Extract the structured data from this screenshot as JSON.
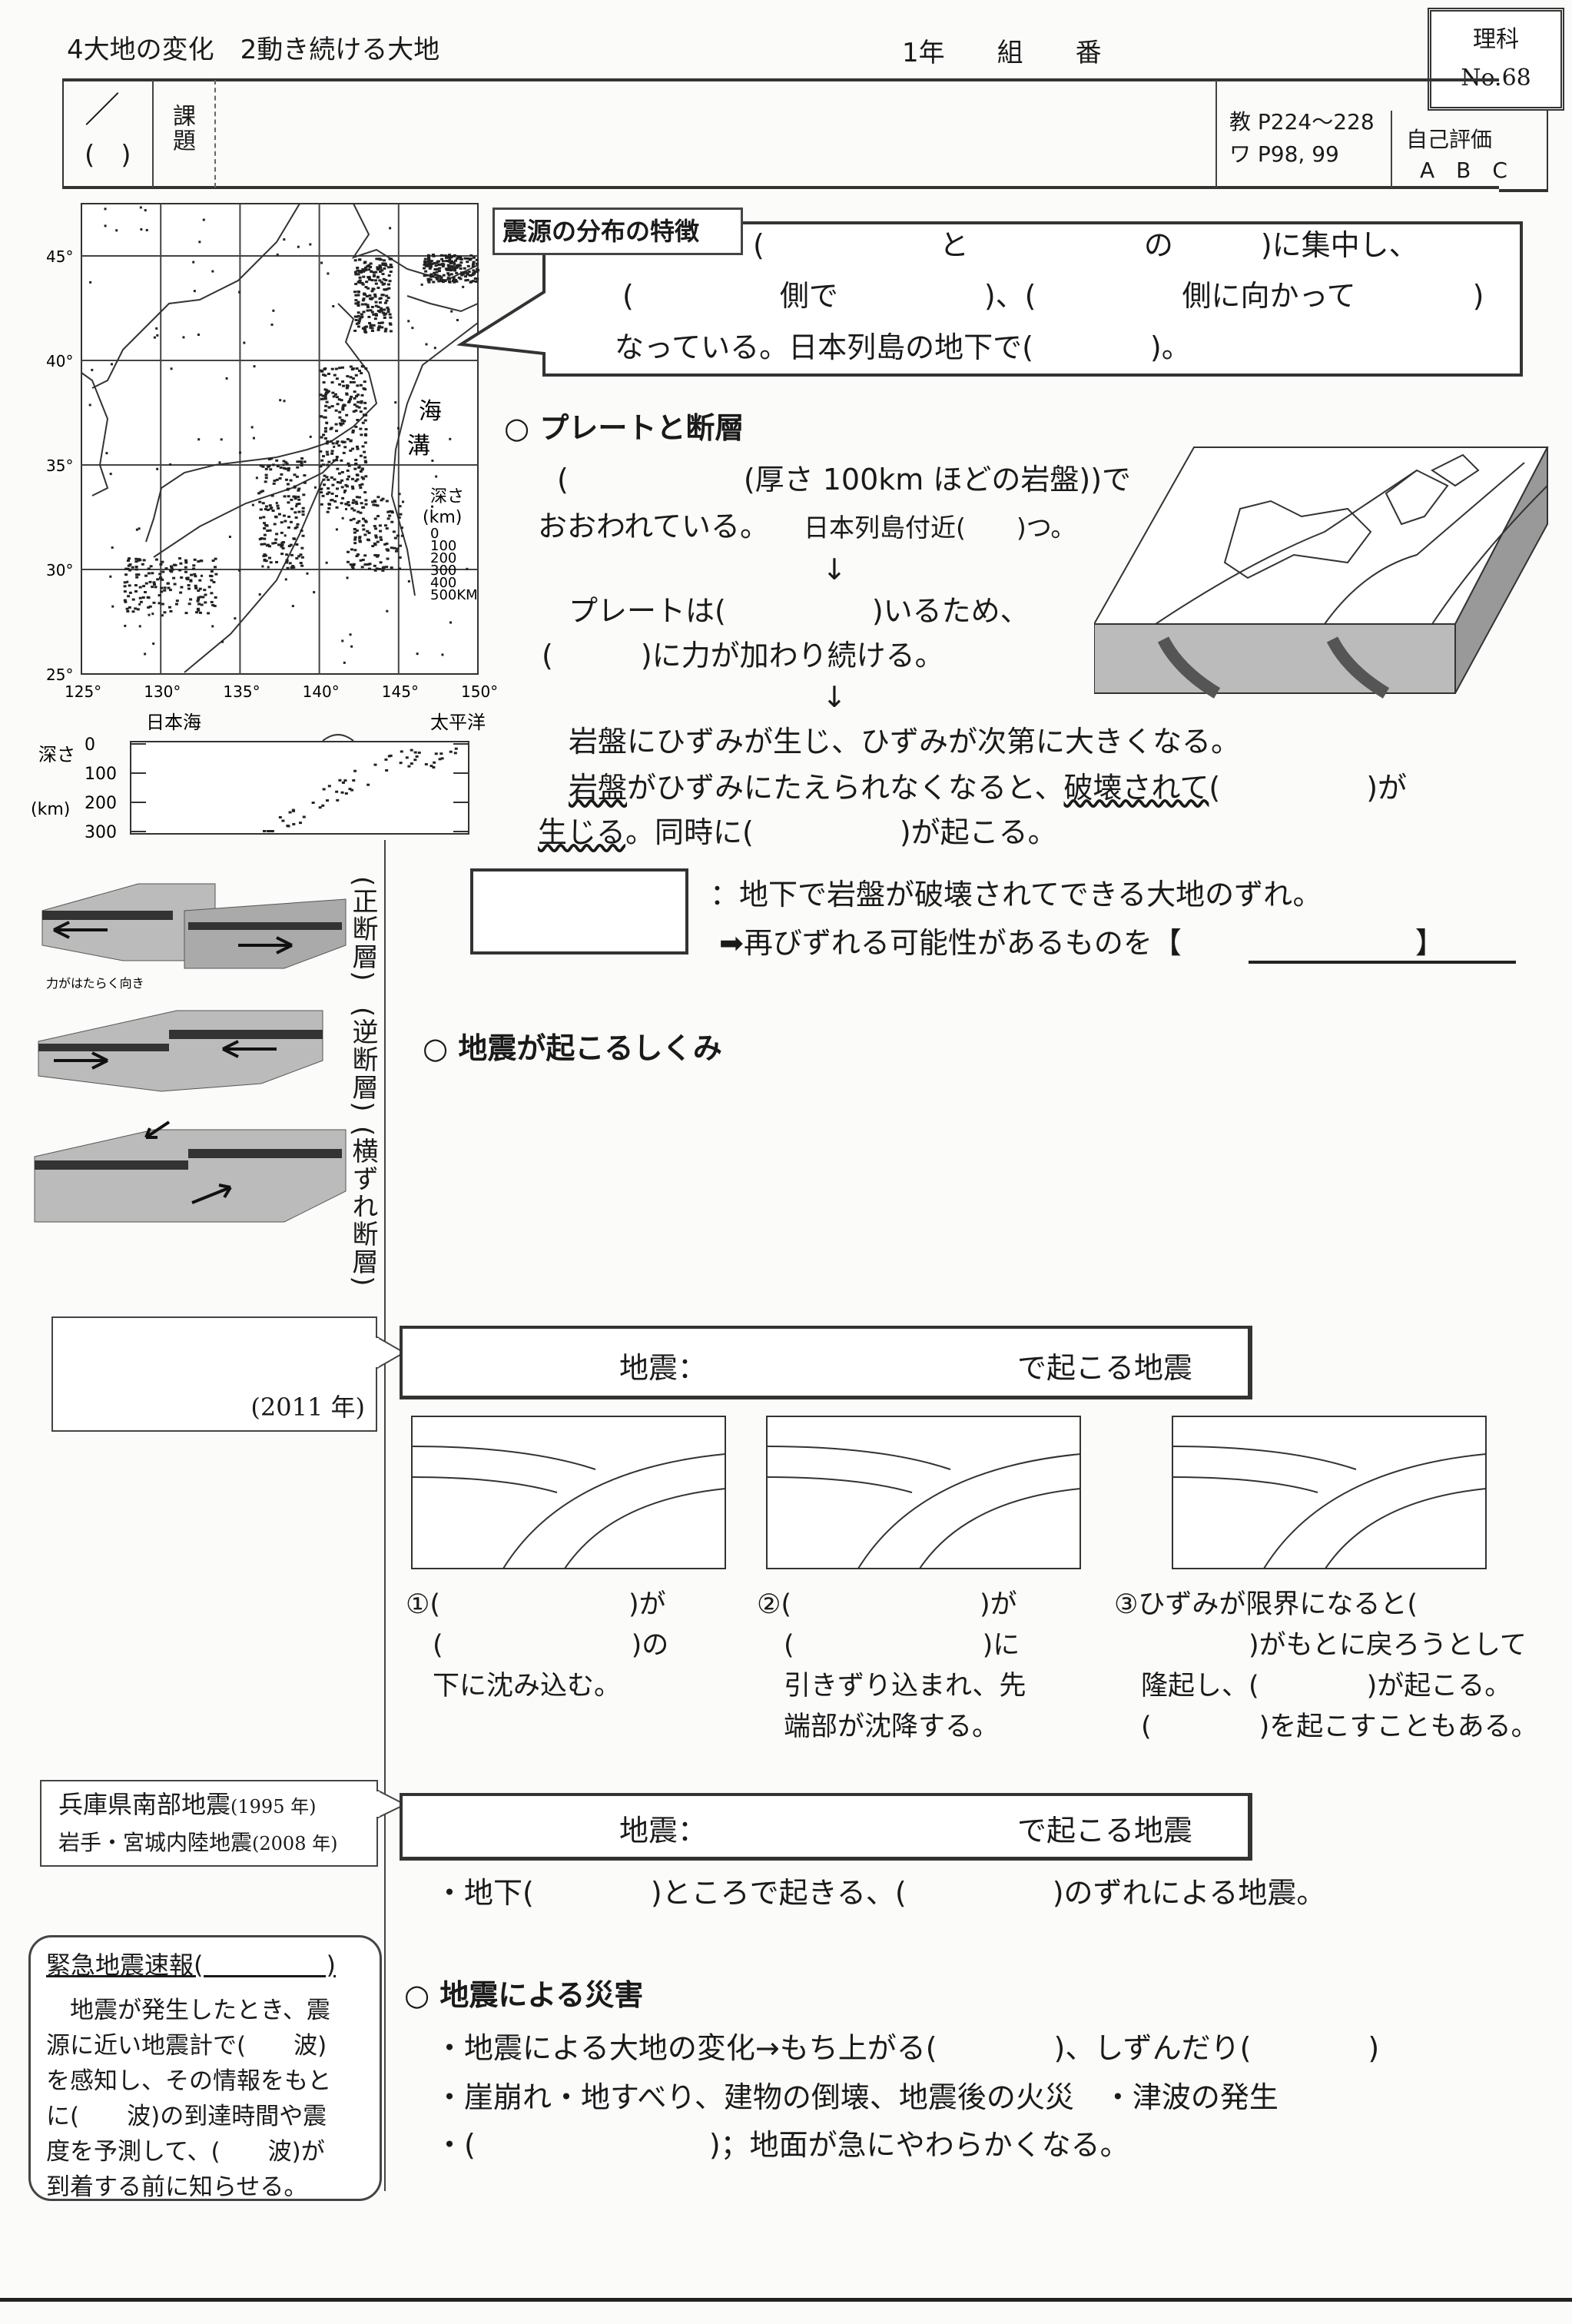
{
  "header": {
    "title": "4大地の変化　2動き続ける大地",
    "class_info": "1年　　組　　番",
    "subject": "理科",
    "number": "No.68",
    "date_slash": "／",
    "date_paren": "(　)",
    "task_label": "課題",
    "textbook_pages": "教 P224～228",
    "workbook_pages": "ワ P98, 99",
    "self_eval_label": "自己評価",
    "self_eval_options": "A　B　C"
  },
  "map": {
    "lat_ticks": [
      "45°",
      "40°",
      "35°",
      "30°",
      "25°"
    ],
    "lon_ticks": [
      "125°",
      "130°",
      "135°",
      "140°",
      "145°",
      "150°"
    ],
    "trench_label_1": "海",
    "trench_label_2": "溝",
    "depth_legend_title": "深さ",
    "depth_legend_unit": "(km)",
    "depth_legend_values": [
      "0",
      "100",
      "200",
      "300",
      "400",
      "500KM"
    ]
  },
  "section": {
    "ylabel": "深さ",
    "yunit": "(km)",
    "yticks": [
      "0",
      "100",
      "200",
      "300"
    ],
    "left_label": "日本海",
    "right_label": "太平洋"
  },
  "hypocenter": {
    "label": "震源の分布の特徴",
    "line1": "(　　　　　　と　　　　　　の　　　)に集中し、",
    "line2": "(　　　　　側で　　　　　)、(　　　　　側に向かって　　　　)",
    "line3": "なっている。日本列島の地下で(　　　　)。"
  },
  "plates": {
    "heading": "○ プレートと断層",
    "line1": "(　　　　　　(厚さ 100km ほどの岩盤))で",
    "line2a": "おおわれている。",
    "line2b": "日本列島付近(　　)つ。",
    "arrow": "↓",
    "line3": "プレートは(　　　　　)いるため、",
    "line4": "(　　　)に力が加わり続ける。",
    "line5": "岩盤にひずみが生じ、ひずみが次第に大きくなる。",
    "line6a": "岩盤",
    "line6b": "がひずみにたえられなくなると、",
    "line6c": "破壊されて",
    "line6d": "(　　　　　)が",
    "line7a": "生じる",
    "line7b": "。同時に(　　　　　)が起こる。"
  },
  "faults": {
    "normal": "(正断層)",
    "reverse": "(逆断層)",
    "strike_slip": "(横ずれ断層)",
    "force_caption": "力がはたらく向き",
    "definition": "：地下で岩盤が破壊されてできる大地のずれ。",
    "active_fault": "➡再びずれる可能性があるものを【　　　　　　　　】"
  },
  "mechanism": {
    "heading": "○ 地震が起こるしくみ",
    "quake2011": "(2011 年)",
    "type_box_1_a": "地震：",
    "type_box_1_b": "で起こる地震",
    "step1": [
      "①(　　　　　　　)が",
      "　(　　　　　　　)の",
      "　下に沈み込む。"
    ],
    "step2": [
      "②(　　　　　　　)が",
      "　(　　　　　　　)に",
      "　引きずり込まれ、先",
      "　端部が沈降する。"
    ],
    "step3": [
      "③ひずみが限界になると(",
      "　　　　　)がもとに戻ろうとして",
      "　隆起し、(　　　　)が起こる。",
      "　(　　　　)を起こすこともある。"
    ],
    "inland_quake_1": "兵庫県南部地震",
    "inland_year_1": "(1995 年)",
    "inland_quake_2": "岩手・宮城内陸地震",
    "inland_year_2": "(2008 年)",
    "type_box_2_a": "地震：",
    "type_box_2_b": "で起こる地震",
    "inland_desc": "・地下(　　　　)ところで起きる、(　　　　　)のずれによる地震。"
  },
  "eew": {
    "title": "緊急地震速報(　　　　　)",
    "lines": [
      "　地震が発生したとき、震",
      "源に近い地震計で(　　波)",
      "を感知し、その情報をもと",
      "に(　　波)の到達時間や震",
      "度を予測して、(　　波)が",
      "到着する前に知らせる。"
    ]
  },
  "disaster": {
    "heading": "○ 地震による災害",
    "item1": "・地震による大地の変化→もち上がる(　　　　)、しずんだり(　　　　)",
    "item2": "・崖崩れ・地すべり、建物の倒壊、地震後の火災　・津波の発生",
    "item3": "・(　　　　　　　　)；地面が急にやわらかくなる。"
  }
}
